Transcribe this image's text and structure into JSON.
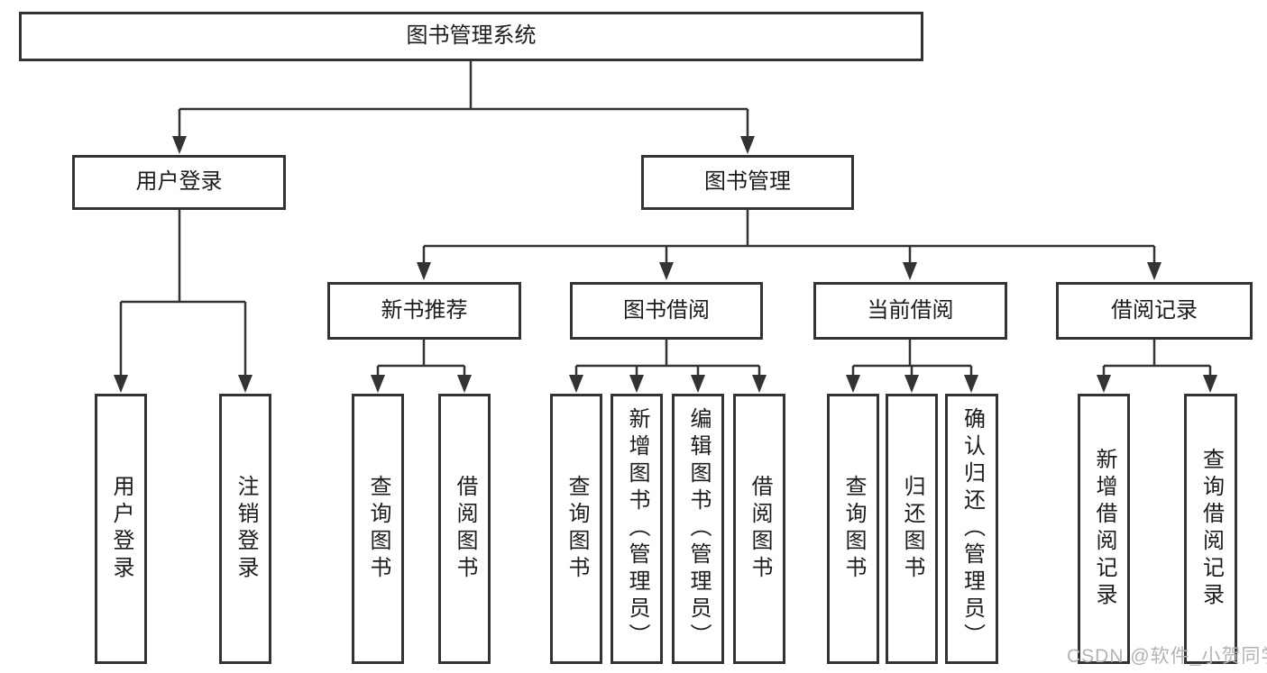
{
  "diagram": {
    "watermark": "CSDN @软件_小贺同学",
    "colors": {
      "line": "#333333",
      "text": "#1c1c1c",
      "watermark": "#b3b3b3",
      "background": "#ffffff"
    },
    "root": {
      "label": "图书管理系统"
    },
    "branches": [
      {
        "label": "用户登录",
        "children": [
          {
            "label": "用户登录"
          },
          {
            "label": "注销登录"
          }
        ]
      },
      {
        "label": "图书管理",
        "children": [
          {
            "label": "新书推荐",
            "children": [
              {
                "label": "查询图书"
              },
              {
                "label": "借阅图书"
              }
            ]
          },
          {
            "label": "图书借阅",
            "children": [
              {
                "label": "查询图书"
              },
              {
                "label": "新增图书（管理员）"
              },
              {
                "label": "编辑图书（管理员）"
              },
              {
                "label": "借阅图书"
              }
            ]
          },
          {
            "label": "当前借阅",
            "children": [
              {
                "label": "查询图书"
              },
              {
                "label": "归还图书"
              },
              {
                "label": "确认归还（管理员）"
              }
            ]
          },
          {
            "label": "借阅记录",
            "children": [
              {
                "label": "新增借阅记录"
              },
              {
                "label": "查询借阅记录"
              }
            ]
          }
        ]
      }
    ]
  }
}
